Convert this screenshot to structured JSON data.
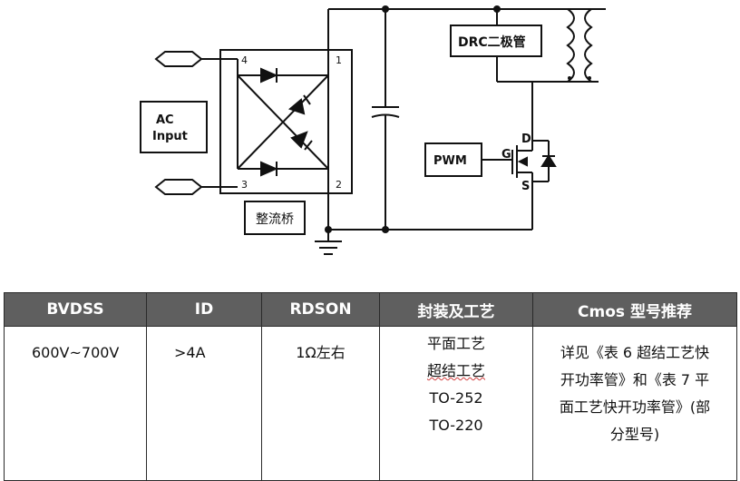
{
  "schematic": {
    "ac_input_label": [
      "AC",
      "Input"
    ],
    "rectifier_label": "整流桥",
    "drc_label": "DRC二极管",
    "pwm_label": "PWM",
    "pins": {
      "p1": "1",
      "p2": "2",
      "p3": "3",
      "p4": "4"
    },
    "mos_pins": {
      "d": "D",
      "g": "G",
      "s": "S"
    }
  },
  "table": {
    "headers": [
      "BVDSS",
      "ID",
      "RDSON",
      "封装及工艺",
      "Cmos 型号推荐"
    ],
    "row": {
      "bvdss": "600V~700V",
      "id": ">4A",
      "rdson": "1Ω左右",
      "package_lines": [
        "平面工艺",
        "超结工艺",
        "TO-252",
        "TO-220"
      ],
      "recommend_lines": [
        "详见《表 6 超结工艺快",
        "开功率管》和《表 7 平",
        "面工艺快开功率管》(部",
        "分型号)"
      ]
    }
  }
}
